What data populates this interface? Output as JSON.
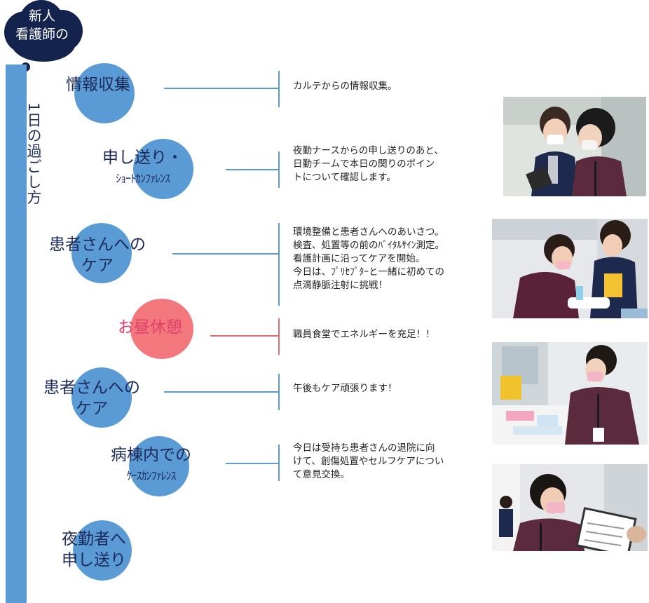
{
  "badge": {
    "line1": "新人",
    "line2": "看護師の"
  },
  "side_title": "1日の過ごし方",
  "colors": {
    "bar": "#5b9bd5",
    "circle": "#5b9bd5",
    "lunch_circle": "#f2787d",
    "line": "#5b9bd5",
    "lunch_line": "#e36a74",
    "badge": "#14234d",
    "label": "#1c2a5a",
    "lunch_label": "#e0406a"
  },
  "steps": [
    {
      "title": "情報収集",
      "desc": [
        "カルテからの情報収集。"
      ]
    },
    {
      "title": "申し送り・",
      "sub": "ｼｮｰﾄｶﾝﾌｧﾚﾝｽ",
      "desc": [
        "夜勤ナースからの申し送りのあと、",
        "日勤チームで本日の関りのポイン",
        "トについて確認します。"
      ]
    },
    {
      "title": "患者さんへの",
      "title2": "ケア",
      "desc": [
        "環境整備と患者さんへのあいさつ。",
        "検査、処置等の前のﾊﾞｲﾀﾙｻｲﾝ測定。",
        "看護計画に沿ってケアを開始。",
        "今日は、ﾌﾟﾘｾﾌﾟﾀｰと一緒に初めての",
        "点滴静脈注射に挑戦！"
      ]
    },
    {
      "title": "お昼休憩",
      "desc": [
        "職員食堂でエネルギーを充足！！"
      ]
    },
    {
      "title": "患者さんへの",
      "title2": "ケア",
      "desc": [
        "午後もケア頑張ります！"
      ]
    },
    {
      "title": "病棟内での",
      "sub": "ｹｰｽｶﾝﾌｧﾚﾝｽ",
      "desc": [
        "今日は受持ち患者さんの退院に向",
        "けて、創傷処置やセルフケアについ",
        "て意見交換。"
      ]
    },
    {
      "title": "夜勤者へ",
      "title2": "申し送り"
    }
  ],
  "photos": [
    {
      "icon": "nurses-reviewing-chart-photo"
    },
    {
      "icon": "nurses-giving-care-photo"
    },
    {
      "icon": "nurse-preparing-supplies-photo"
    },
    {
      "icon": "nurse-reading-clipboard-photo"
    }
  ]
}
